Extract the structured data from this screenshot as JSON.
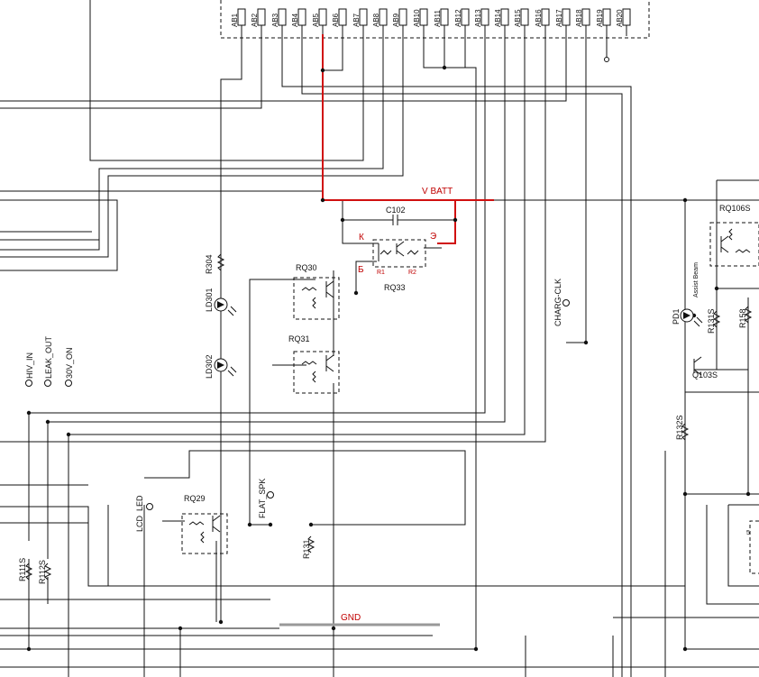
{
  "connector_pins": [
    "AB1",
    "AB2",
    "AB3",
    "AB4",
    "AB5",
    "AB6",
    "AB7",
    "AB8",
    "AB9",
    "AB10",
    "AB11",
    "AB12",
    "AB13",
    "AB14",
    "AB15",
    "AB16",
    "AB17",
    "AB18",
    "AB19",
    "AB20"
  ],
  "nets": {
    "vbatt": "V BATT",
    "gnd": "GND"
  },
  "test_points": {
    "hiv_in": "HIV_IN",
    "leak_out": "LEAK_OUT",
    "v30_on": "30V_ON",
    "lcd_led": "LCD_LED",
    "flat_spk": "FLAT_SPK",
    "charg_clk": "CHARG-CLK"
  },
  "components": {
    "c102": "C102",
    "rq33": "RQ33",
    "rq33_r1": "R1",
    "rq33_r2": "R2",
    "rq30": "RQ30",
    "rq31": "RQ31",
    "rq29": "RQ29",
    "rq106s": "RQ106S",
    "q103s": "Q103S",
    "r304": "R304",
    "ld301": "LD301",
    "ld302": "LD302",
    "r131": "R131",
    "r131s": "R131S",
    "r132s": "R132S",
    "r158": "R158",
    "r111s": "R111S",
    "r112s": "R112S",
    "pd1": "PD1",
    "assist_beam": "Assist Beam",
    "fr": "5"
  },
  "pin_labels": {
    "k": "К",
    "e": "Э",
    "b": "Б"
  },
  "colors": {
    "highlight": "#d01010",
    "gnd_bar": "#999999",
    "wire": "#111111"
  }
}
